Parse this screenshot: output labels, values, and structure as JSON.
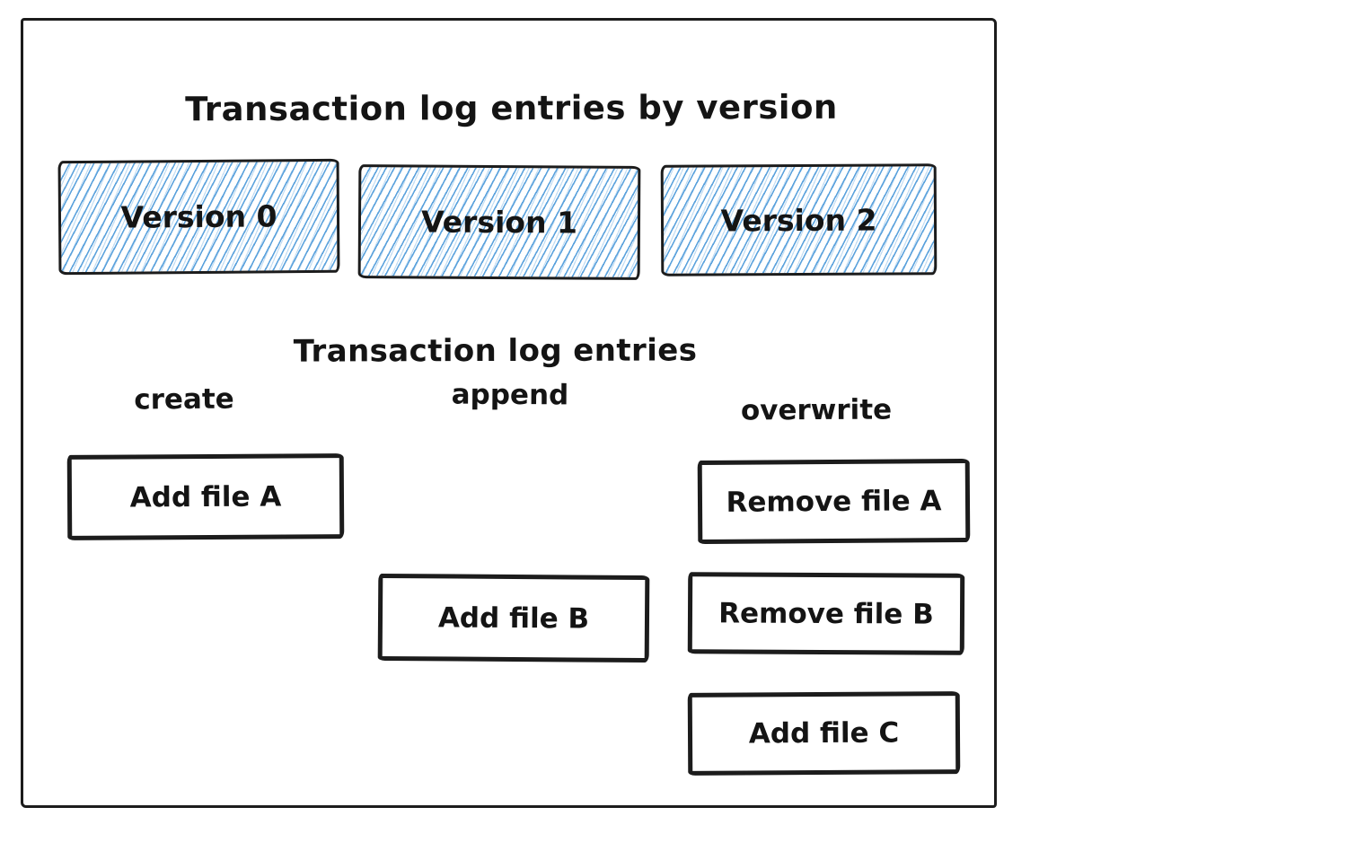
{
  "diagram": {
    "title": "Transaction log entries by version",
    "subtitle": "Transaction log entries",
    "versions": [
      {
        "label": "Version 0"
      },
      {
        "label": "Version 1"
      },
      {
        "label": "Version 2"
      }
    ],
    "columns": [
      {
        "label": "create"
      },
      {
        "label": "append"
      },
      {
        "label": "overwrite"
      }
    ],
    "entries": {
      "create": [
        "Add file A"
      ],
      "append": [
        "Add file B"
      ],
      "overwrite": [
        "Remove file A",
        "Remove file B",
        "Add file C"
      ]
    },
    "colors": {
      "stroke": "#1c1c1c",
      "hatch_blue": "#549edb",
      "background": "#ffffff"
    }
  }
}
